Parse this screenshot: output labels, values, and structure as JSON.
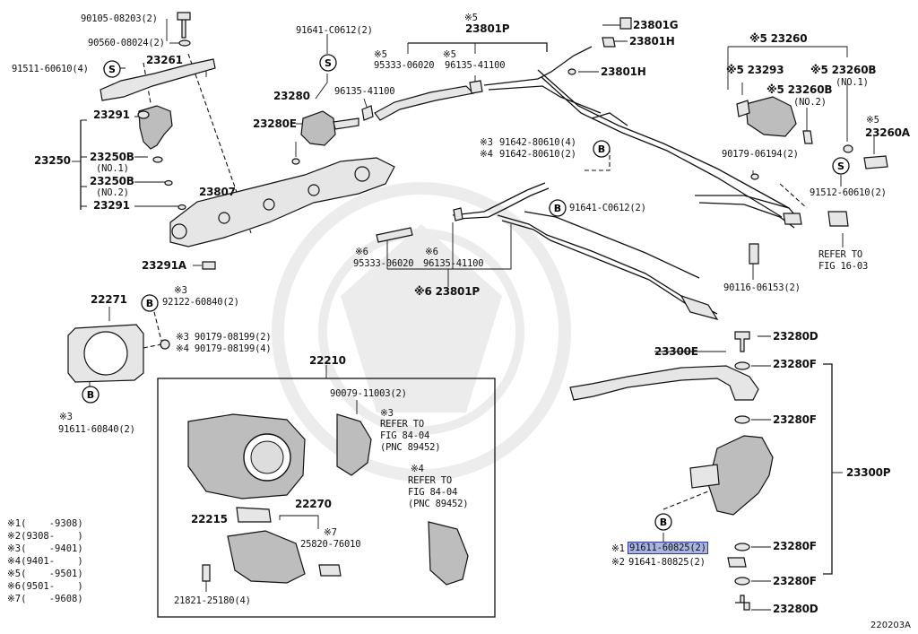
{
  "labels": {
    "p90105": "90105-08203(2)",
    "p90560": "90560-08024(2)",
    "p91511": "91511-60610(4)",
    "p23261": "23261",
    "p23291a": "23291",
    "p23250": "23250",
    "p23250b1": "23250B",
    "no1a": "(NO.1)",
    "p23250b2": "23250B",
    "no2a": "(NO.2)",
    "p23291b": "23291",
    "p23807": "23807",
    "p23291A": "23291A",
    "p91641top": "91641-C0612(2)",
    "p23280": "23280",
    "p23280E": "23280E",
    "x5a": "※5",
    "p95333a": "95333-06020",
    "x5b": "※5",
    "p96135a": "96135-41100",
    "p96135b": "96135-41100",
    "x5c": "※5",
    "p23801P": "23801P",
    "p23801G": "23801G",
    "p23801H1": "23801H",
    "p23801H2": "23801H",
    "x3a": "※3",
    "p91642a": "91642-80610(4)",
    "x4a": "※4",
    "p91642b": "91642-80610(2)",
    "p91641mid": "91641-C0612(2)",
    "x6a": "※6",
    "x6b": "※6",
    "p95333b": "95333-06020",
    "p96135c": "96135-41100",
    "p23801Pb": "※6 23801P",
    "p23260": "※5 23260",
    "p23293": "※5 23293",
    "p23260B1": "※5 23260B",
    "no1b": "(NO.1)",
    "p23260B2": "※5 23260B",
    "no2b": "(NO.2)",
    "x5d": "※5",
    "p23260A": "23260A",
    "p90179a": "90179-06194(2)",
    "p91512": "91512-60610(2)",
    "refer1603a": "REFER TO",
    "refer1603b": "FIG 16-03",
    "p90116": "90116-06153(2)",
    "p22271": "22271",
    "x3b": "※3",
    "p92122": "92122-60840(2)",
    "p90179b": "※3 90179-08199(2)",
    "p90179c": "※4 90179-08199(4)",
    "x3c": "※3",
    "p91611a": "91611-60840(2)",
    "p22210": "22210",
    "p90079": "90079-11003(2)",
    "x3d": "※3",
    "refer8404a1": "REFER TO",
    "refer8404a2": "FIG 84-04",
    "refer8404a3": "(PNC 89452)",
    "x4b": "※4",
    "refer8404b1": "REFER TO",
    "refer8404b2": "FIG 84-04",
    "refer8404b3": "(PNC 89452)",
    "p22270": "22270",
    "p22215": "22215",
    "x7": "※7",
    "p25820": "25820-76010",
    "p21821": "21821-25180(4)",
    "p23300E": "23300E",
    "p23280D1": "23280D",
    "p23280F1": "23280F",
    "p23280F2": "23280F",
    "p23300P": "23300P",
    "p23280F3": "23280F",
    "p23280F4": "23280F",
    "p23280D2": "23280D",
    "x1": "※1",
    "p91611b": "91611-60825(2)",
    "x2": "※2",
    "p91641b": "91641-80825(2)"
  },
  "circle_marks": {
    "s": "S",
    "b": "B"
  },
  "legend": [
    "※1(    -9308)",
    "※2(9308-    )",
    "※3(    -9401)",
    "※4(9401-    )",
    "※5(    -9501)",
    "※6(9501-    )",
    "※7(    -9608)"
  ],
  "diagram_code": "220203A",
  "highlight_color": "#aab4e0"
}
